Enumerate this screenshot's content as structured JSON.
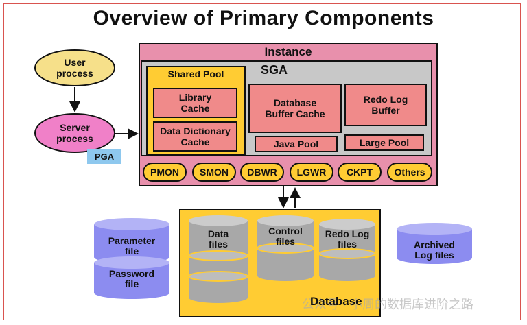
{
  "title": "Overview of Primary Components",
  "instance": {
    "label": "Instance",
    "sga": {
      "label": "SGA",
      "shared_pool": {
        "label": "Shared Pool",
        "library_cache": "Library\nCache",
        "data_dictionary_cache": "Data Dictionary\nCache"
      },
      "database_buffer_cache": "Database\nBuffer Cache",
      "redo_log_buffer": "Redo Log\nBuffer",
      "java_pool": "Java Pool",
      "large_pool": "Large Pool"
    },
    "processes": [
      "PMON",
      "SMON",
      "DBWR",
      "LGWR",
      "CKPT",
      "Others"
    ]
  },
  "user_process": "User\nprocess",
  "server_process": "Server\nprocess",
  "pga": "PGA",
  "parameter_file": "Parameter\nfile",
  "password_file": "Password\nfile",
  "archived_log_files": "Archived\nLog files",
  "database": {
    "label": "Database",
    "data_files": "Data\nfiles",
    "control_files": "Control\nfiles",
    "redo_log_files": "Redo Log\nfiles"
  },
  "watermark": "公众号 · 小周的数据库进阶之路",
  "colors": {
    "instance": "#e890ac",
    "sga": "#c8c8c8",
    "pool": "#ffcc33",
    "cache": "#f08a8a",
    "process_ellipse": "#f6e08a",
    "server_ellipse": "#f080c8",
    "pga": "#8ec8ee",
    "file_cylinder": "#8c8cf0",
    "data_cylinder": "#a8a8a8"
  }
}
